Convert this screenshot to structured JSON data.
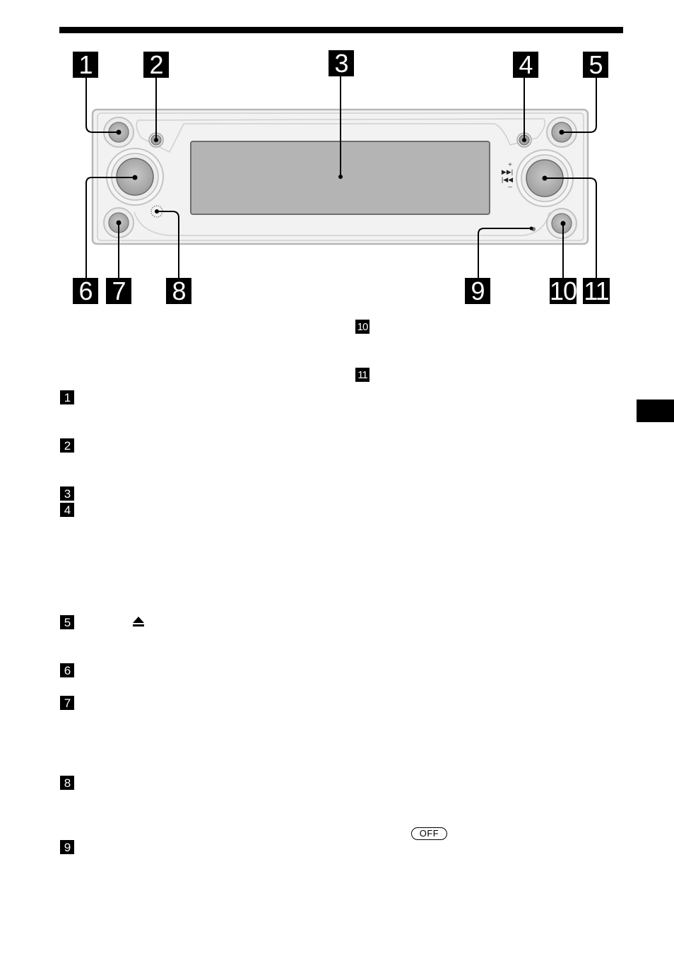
{
  "diagram": {
    "callouts": [
      "1",
      "2",
      "3",
      "4",
      "5",
      "6",
      "7",
      "8",
      "9",
      "10",
      "11"
    ],
    "seek_labels": {
      "plus": "+",
      "next": "▶▶|",
      "prev": "|◀◀",
      "minus": "–"
    }
  },
  "legend": {
    "markers": [
      "1",
      "2",
      "3",
      "4",
      "5",
      "6",
      "7",
      "8",
      "9",
      "10",
      "11"
    ]
  },
  "inline_keys": {
    "off": "OFF"
  },
  "icons": [
    "eject-icon",
    "knob-icon",
    "button-icon",
    "display-window",
    "receiver-icon"
  ]
}
